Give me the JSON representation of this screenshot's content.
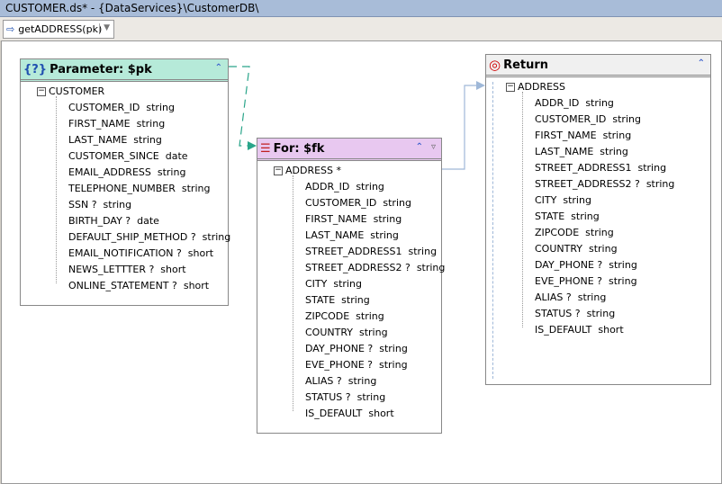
{
  "title": "CUSTOMER.ds* - {DataServices}\\CustomerDB\\",
  "toolbar": {
    "function": "getADDRESS(pk)"
  },
  "parameter": {
    "title": "Parameter: $pk",
    "root": "CUSTOMER",
    "fields": [
      "CUSTOMER_ID  string",
      "FIRST_NAME  string",
      "LAST_NAME  string",
      "CUSTOMER_SINCE  date",
      "EMAIL_ADDRESS  string",
      "TELEPHONE_NUMBER  string",
      "SSN ?  string",
      "BIRTH_DAY ?  date",
      "DEFAULT_SHIP_METHOD ?  string",
      "EMAIL_NOTIFICATION ?  short",
      "NEWS_LETTTER ?  short",
      "ONLINE_STATEMENT ?  short"
    ]
  },
  "for": {
    "title": "For: $fk",
    "root": "ADDRESS *",
    "fields": [
      "ADDR_ID  string",
      "CUSTOMER_ID  string",
      "FIRST_NAME  string",
      "LAST_NAME  string",
      "STREET_ADDRESS1  string",
      "STREET_ADDRESS2 ?  string",
      "CITY  string",
      "STATE  string",
      "ZIPCODE  string",
      "COUNTRY  string",
      "DAY_PHONE ?  string",
      "EVE_PHONE ?  string",
      "ALIAS ?  string",
      "STATUS ?  string",
      "IS_DEFAULT  short"
    ]
  },
  "return": {
    "title": "Return",
    "root": "ADDRESS",
    "fields": [
      "ADDR_ID  string",
      "CUSTOMER_ID  string",
      "FIRST_NAME  string",
      "LAST_NAME  string",
      "STREET_ADDRESS1  string",
      "STREET_ADDRESS2 ?  string",
      "CITY  string",
      "STATE  string",
      "ZIPCODE  string",
      "COUNTRY  string",
      "DAY_PHONE ?  string",
      "EVE_PHONE ?  string",
      "ALIAS ?  string",
      "STATUS ?  string",
      "IS_DEFAULT  short"
    ]
  }
}
